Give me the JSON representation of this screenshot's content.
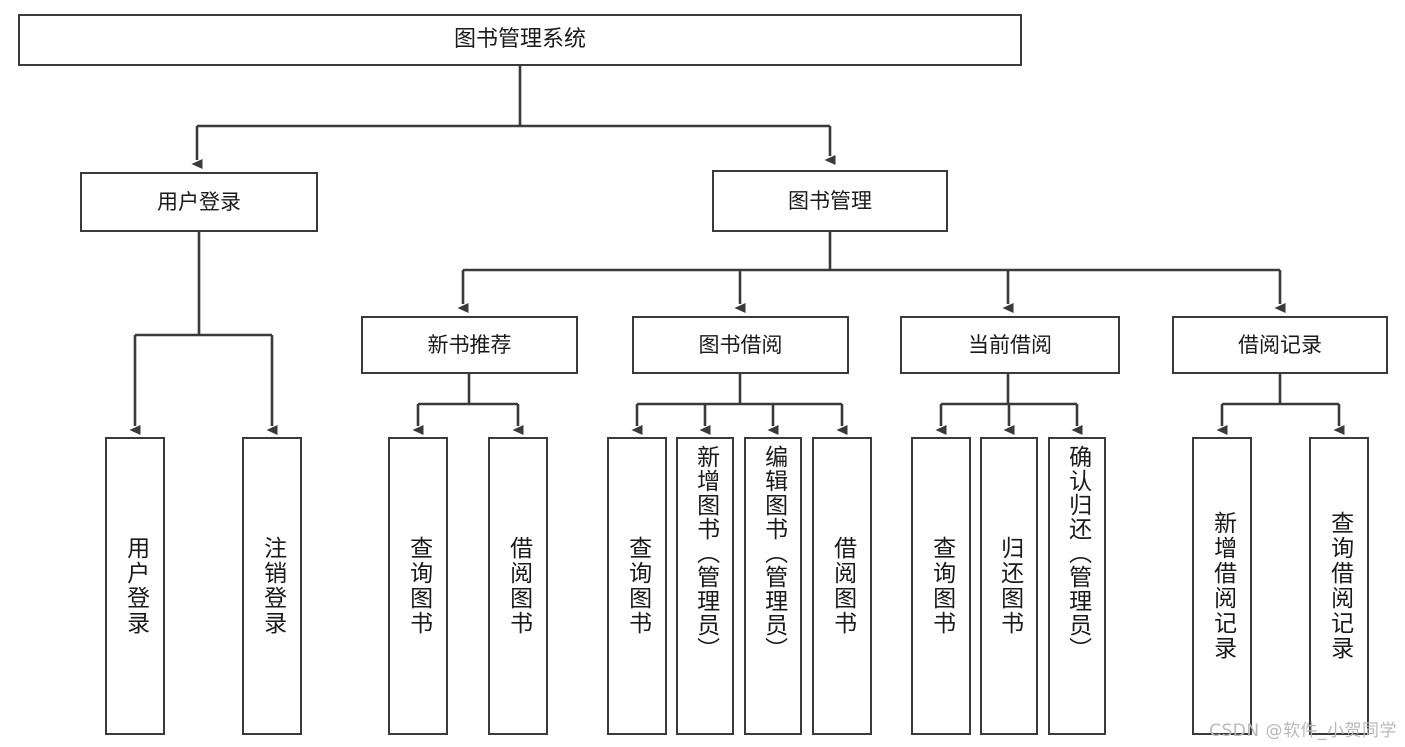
{
  "diagram": {
    "title": "图书管理系统",
    "type": "tree-hierarchy-flowchart",
    "colors": {
      "box_border": "#3a3a3a",
      "box_fill": "#ffffff",
      "connector": "#3a3a3a",
      "text": "#1a1a1a",
      "watermark": "#b9b9b9",
      "background": "#ffffff"
    },
    "nodes": {
      "root": {
        "label": "图书管理系统"
      },
      "level2": [
        {
          "label": "用户登录"
        },
        {
          "label": "图书管理"
        }
      ],
      "level3": [
        {
          "label": "新书推荐"
        },
        {
          "label": "图书借阅"
        },
        {
          "label": "当前借阅"
        },
        {
          "label": "借阅记录"
        }
      ],
      "leaves": {
        "user_login": [
          {
            "label": "用户登录"
          },
          {
            "label": "注销登录"
          }
        ],
        "new_book_recommend": [
          {
            "label": "查询图书"
          },
          {
            "label": "借阅图书"
          }
        ],
        "book_borrow": [
          {
            "label": "查询图书"
          },
          {
            "label": "新增图书（管理员）"
          },
          {
            "label": "编辑图书（管理员）"
          },
          {
            "label": "借阅图书"
          }
        ],
        "current_borrow": [
          {
            "label": "查询图书"
          },
          {
            "label": "归还图书"
          },
          {
            "label": "确认归还（管理员）"
          }
        ],
        "borrow_record": [
          {
            "label": "新增借阅记录"
          },
          {
            "label": "查询借阅记录"
          }
        ]
      }
    },
    "edges": [
      {
        "from": "图书管理系统",
        "to": "用户登录"
      },
      {
        "from": "图书管理系统",
        "to": "图书管理"
      },
      {
        "from": "图书管理",
        "to": "新书推荐"
      },
      {
        "from": "图书管理",
        "to": "图书借阅"
      },
      {
        "from": "图书管理",
        "to": "当前借阅"
      },
      {
        "from": "图书管理",
        "to": "借阅记录"
      },
      {
        "from": "用户登录",
        "to": "用户登录"
      },
      {
        "from": "用户登录",
        "to": "注销登录"
      },
      {
        "from": "新书推荐",
        "to": "查询图书"
      },
      {
        "from": "新书推荐",
        "to": "借阅图书"
      },
      {
        "from": "图书借阅",
        "to": "查询图书"
      },
      {
        "from": "图书借阅",
        "to": "新增图书（管理员）"
      },
      {
        "from": "图书借阅",
        "to": "编辑图书（管理员）"
      },
      {
        "from": "图书借阅",
        "to": "借阅图书"
      },
      {
        "from": "当前借阅",
        "to": "查询图书"
      },
      {
        "from": "当前借阅",
        "to": "归还图书"
      },
      {
        "from": "当前借阅",
        "to": "确认归还（管理员）"
      },
      {
        "from": "借阅记录",
        "to": "新增借阅记录"
      },
      {
        "from": "借阅记录",
        "to": "查询借阅记录"
      }
    ]
  },
  "watermark": {
    "text": "CSDN @软件_小贺同学"
  }
}
